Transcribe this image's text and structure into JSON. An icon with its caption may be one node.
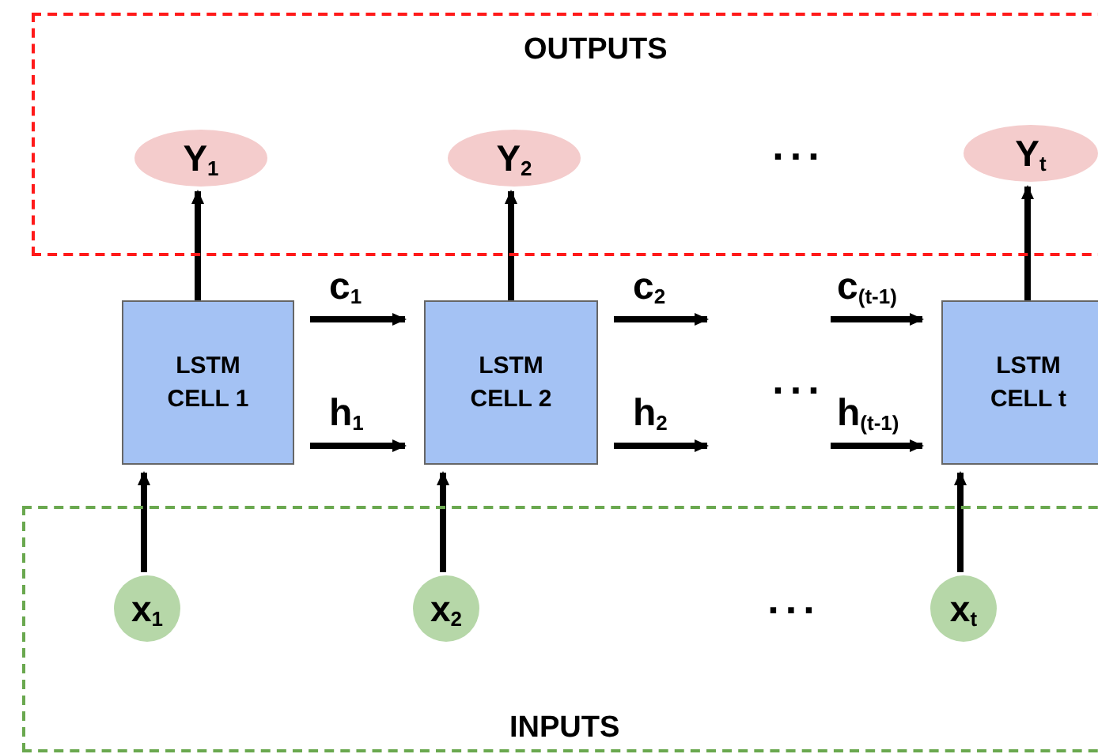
{
  "diagram": {
    "nodes": [
      {
        "text": [
          "OUTPUTS"
        ]
      },
      {
        "text": [
          "Y$_{1}$"
        ],
        "in": 0
      },
      {
        "text": [
          "Y$_{2}$"
        ],
        "in": 0
      },
      {
        "text": [
          "Y$_{t}$"
        ],
        "in": 0
      },
      {
        "text": [
          "LSTM CELL 1"
        ]
      },
      {
        "text": [
          "LSTM CELL 2"
        ]
      },
      {
        "text": [
          "LSTM CELL t"
        ]
      },
      {
        "text": [
          "INPUTS"
        ]
      },
      {
        "text": [
          "x$_{1}$"
        ],
        "in": 7
      },
      {
        "text": [
          "x$_{2}$"
        ],
        "in": 7
      },
      {
        "text": [
          "x$_{t}$"
        ],
        "in": 7
      }
    ],
    "edges": [
      {
        "from": 4,
        "to": 1,
        "arrow": "to"
      },
      {
        "from": 5,
        "to": 2,
        "arrow": "to"
      },
      {
        "from": 6,
        "to": 3,
        "arrow": "to"
      },
      {
        "from": 8,
        "to": 4,
        "arrow": "to"
      },
      {
        "from": 9,
        "to": 5,
        "arrow": "to"
      },
      {
        "from": 10,
        "to": 6,
        "arrow": "to"
      },
      {
        "from": 4,
        "to": 5,
        "arrow": "to",
        "label": "c$_{1}$"
      },
      {
        "from": 4,
        "to": 5,
        "arrow": "to",
        "label": "h$_{1}$"
      },
      {
        "from": 5,
        "to": null,
        "arrow": "to",
        "label": "c$_{2}$"
      },
      {
        "from": 5,
        "to": null,
        "arrow": "to",
        "label": "h$_{2}$"
      },
      {
        "from": null,
        "to": 6,
        "arrow": "to",
        "label": "c$_{(t-1)}$"
      },
      {
        "from": null,
        "to": 6,
        "arrow": "to",
        "label": "h$_{(t-1)}$"
      }
    ],
    "labels": [
      "...",
      "...",
      "..."
    ]
  }
}
